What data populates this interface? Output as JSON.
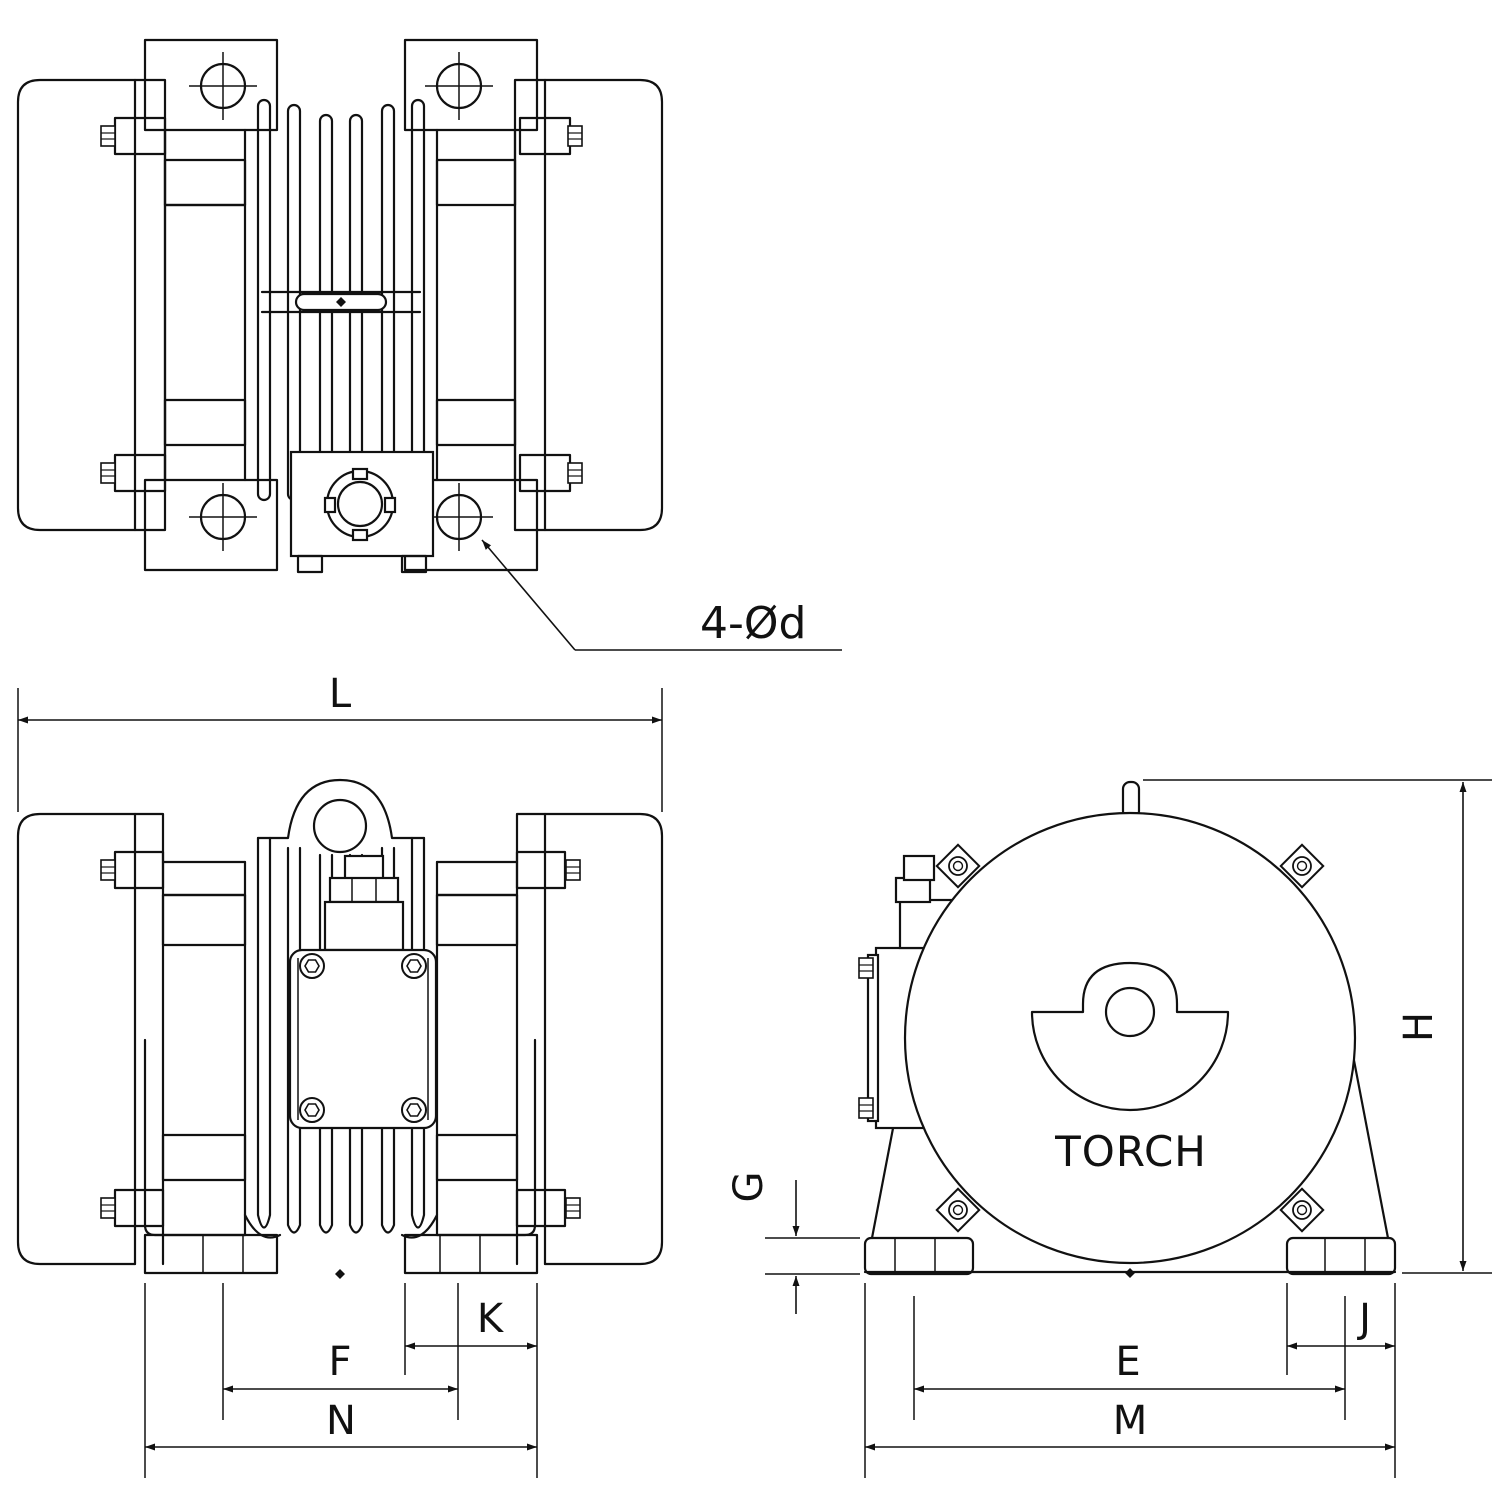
{
  "hole_callout": "4-Ød",
  "brand": "TORCH",
  "dimensions": {
    "L": "L",
    "F": "F",
    "N": "N",
    "K": "K",
    "G": "G",
    "H": "H",
    "E": "E",
    "M": "M",
    "J": "J"
  },
  "colors": {
    "line": "#111111",
    "background": "#ffffff"
  }
}
